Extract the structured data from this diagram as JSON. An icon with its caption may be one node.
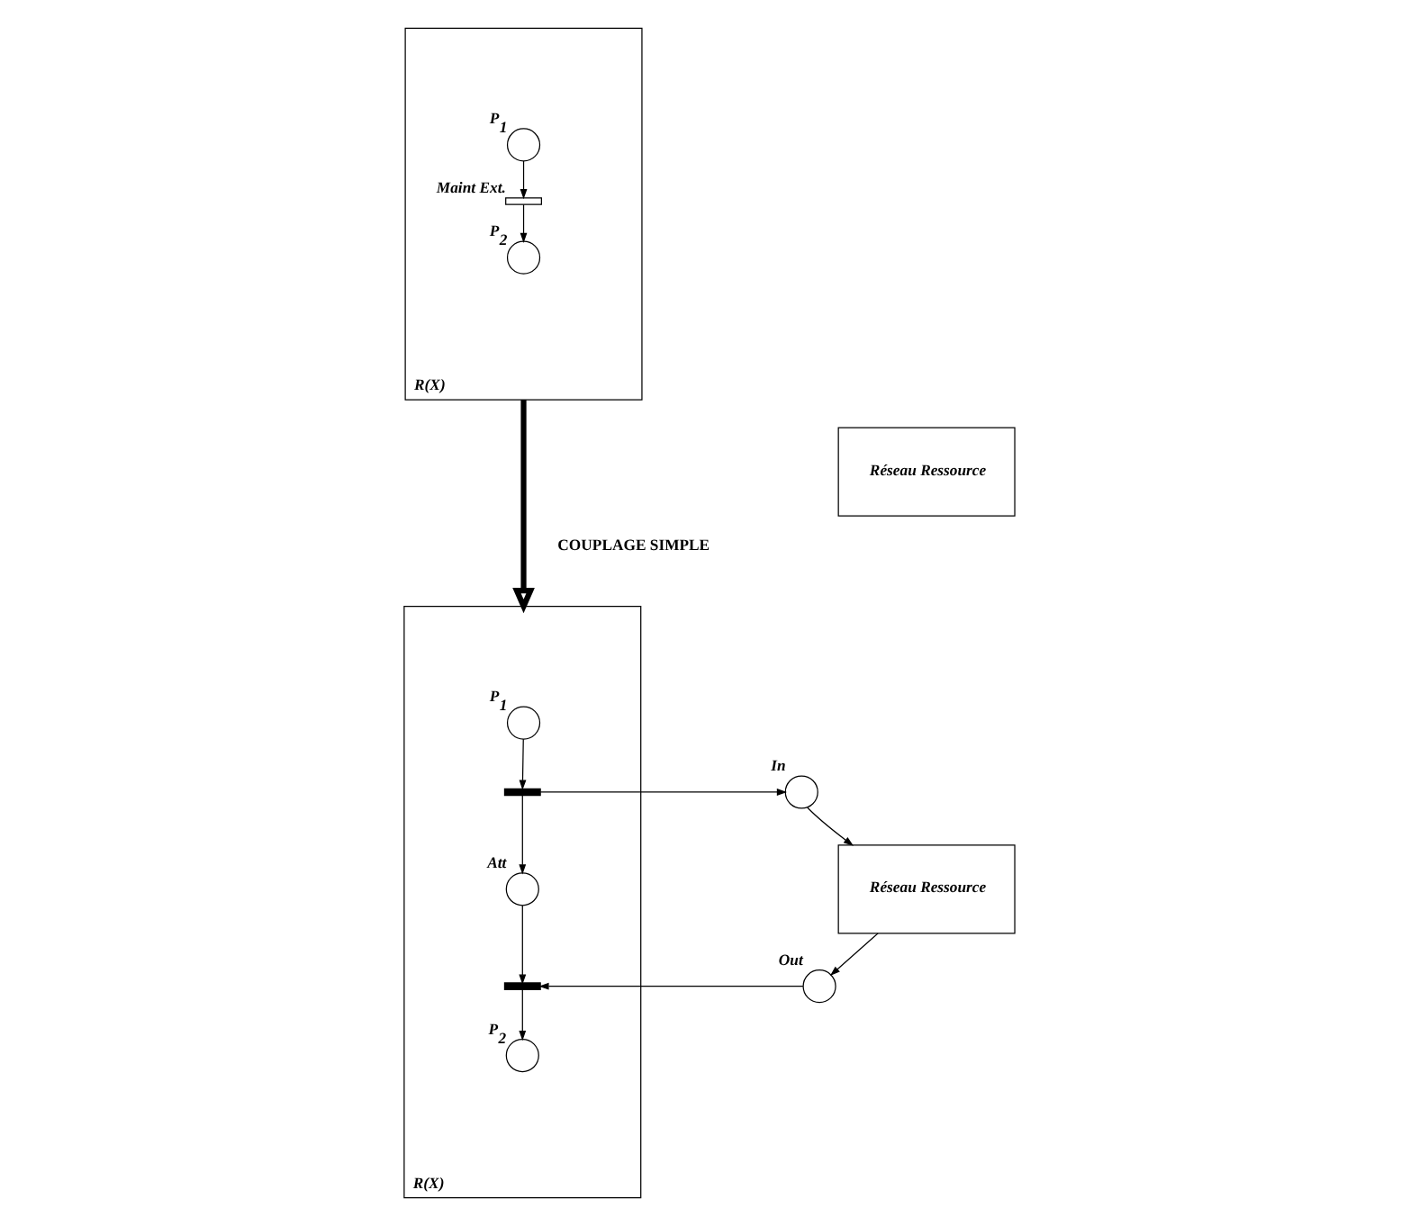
{
  "diagram": {
    "nodes": [
      {
        "text": [
          "R(X)"
        ]
      },
      {
        "text": [],
        "shape": "circle",
        "in": 0,
        "beside": [
          "P$_{1}$"
        ]
      },
      {
        "text": [],
        "shape": "bar",
        "in": 0,
        "beside": [
          "Maint Ext."
        ]
      },
      {
        "text": [],
        "shape": "circle",
        "in": 0,
        "beside": [
          "P$_{2}$"
        ]
      },
      {
        "text": [
          "Réseau Ressource"
        ]
      },
      {
        "text": [
          "R(X)"
        ]
      },
      {
        "text": [],
        "shape": "circle",
        "in": 5,
        "beside": [
          "P$_{1}$"
        ]
      },
      {
        "text": [],
        "shape": "bar",
        "in": 5
      },
      {
        "text": [],
        "shape": "circle",
        "in": 5,
        "beside": [
          "Att"
        ]
      },
      {
        "text": [],
        "shape": "bar",
        "in": 5
      },
      {
        "text": [],
        "shape": "circle",
        "in": 5,
        "beside": [
          "P$_{2}$"
        ]
      },
      {
        "text": [],
        "shape": "circle",
        "beside": [
          "In"
        ]
      },
      {
        "text": [],
        "shape": "circle",
        "beside": [
          "Out"
        ]
      },
      {
        "text": [
          "Réseau Ressource"
        ]
      }
    ],
    "edges": [
      {
        "from": 1,
        "to": 2,
        "arrow": "to"
      },
      {
        "from": 2,
        "to": 3,
        "arrow": "to"
      },
      {
        "from": 0,
        "to": 5,
        "arrow": "to",
        "label": "COUPLAGE SIMPLE",
        "style": "thick"
      },
      {
        "from": 6,
        "to": 7,
        "arrow": "to"
      },
      {
        "from": 7,
        "to": 8,
        "arrow": "to"
      },
      {
        "from": 8,
        "to": 9,
        "arrow": "to"
      },
      {
        "from": 9,
        "to": 10,
        "arrow": "to"
      },
      {
        "from": 7,
        "to": 11,
        "arrow": "to"
      },
      {
        "from": 11,
        "to": 13,
        "arrow": "to"
      },
      {
        "from": 13,
        "to": 12,
        "arrow": "to"
      },
      {
        "from": 12,
        "to": 9,
        "arrow": "to"
      }
    ]
  }
}
